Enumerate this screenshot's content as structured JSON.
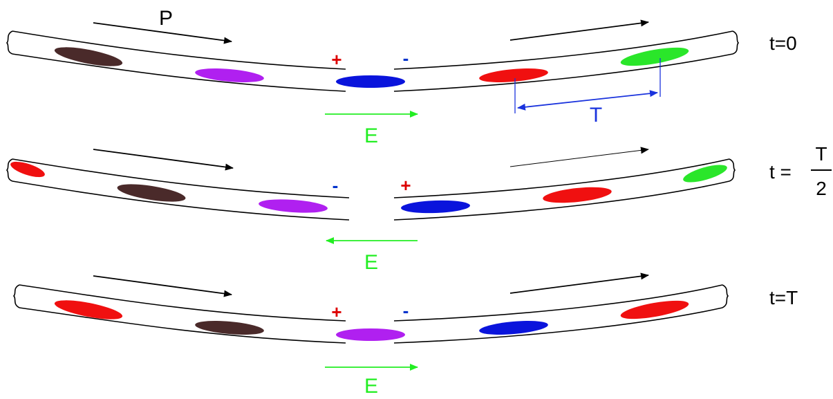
{
  "colors": {
    "momentum_arrow": "#000000",
    "field_arrow": "#22ee22",
    "plus_sign": "#dd0000",
    "minus_sign": "#0033cc",
    "period_marker": "#1a33dd",
    "tube_outline": "#000000",
    "bunches": {
      "brown": "#4a2a2a",
      "purple": "#b020f0",
      "blue": "#0a14dc",
      "red": "#f01010",
      "green": "#2ae62a"
    }
  },
  "labels": {
    "momentum": "P",
    "field": "E",
    "period": "T",
    "plus": "+",
    "minus": "-"
  },
  "panels": [
    {
      "time_label": "t=0",
      "gap_left_sign": "+",
      "gap_right_sign": "-",
      "field_direction": "right",
      "bunch_colors": [
        "brown",
        "purple",
        "blue",
        "red",
        "green"
      ]
    },
    {
      "time_label_prefix": "t =",
      "time_label_numerator": "T",
      "time_label_denominator": "2",
      "gap_left_sign": "-",
      "gap_right_sign": "+",
      "field_direction": "left",
      "bunch_colors": [
        "red",
        "brown",
        "purple",
        "blue",
        "red",
        "green"
      ]
    },
    {
      "time_label": "t=T",
      "gap_left_sign": "+",
      "gap_right_sign": "-",
      "field_direction": "right",
      "bunch_colors": [
        "red",
        "brown",
        "purple",
        "blue",
        "red"
      ]
    }
  ]
}
